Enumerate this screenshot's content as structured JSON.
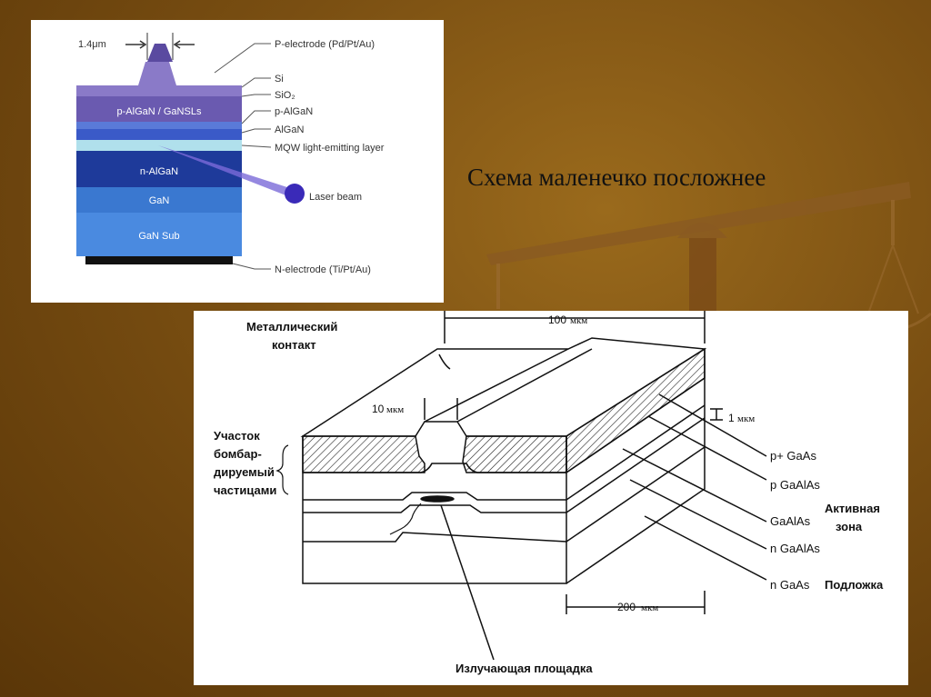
{
  "slide": {
    "caption": "Схема маленечко посложнее",
    "background_color": "#7a4f12"
  },
  "gan_diagram": {
    "width_label": "1.4μm",
    "layer_labels": {
      "p_algan_sls": "p-AlGaN / GaNSLs",
      "n_algan": "n-AlGaN",
      "gan": "GaN",
      "gan_sub": "GaN Sub"
    },
    "callouts": [
      "P-electrode (Pd/Pt/Au)",
      "Si",
      "SiO₂",
      "p-AlGaN",
      "AlGaN",
      "MQW light-emitting layer",
      "Laser beam",
      "N-electrode (Ti/Pt/Au)"
    ]
  },
  "stripe_laser": {
    "metal_contact": [
      "Металлический",
      "контакт"
    ],
    "width_100": "100",
    "unit": "мкм",
    "width_10": "10",
    "thickness_1": "1",
    "width_200": "200",
    "bombarded_region": [
      "Участок",
      "бомбар-",
      "дируемый",
      "частицами"
    ],
    "layers": [
      "p+ GaAs",
      "p GaAlAs",
      "GaAlAs",
      "n GaAlAs",
      "n GaAs"
    ],
    "active_zone": [
      "Активная",
      "зона"
    ],
    "substrate": "Подложка",
    "emitting_area": "Излучающая площадка"
  }
}
